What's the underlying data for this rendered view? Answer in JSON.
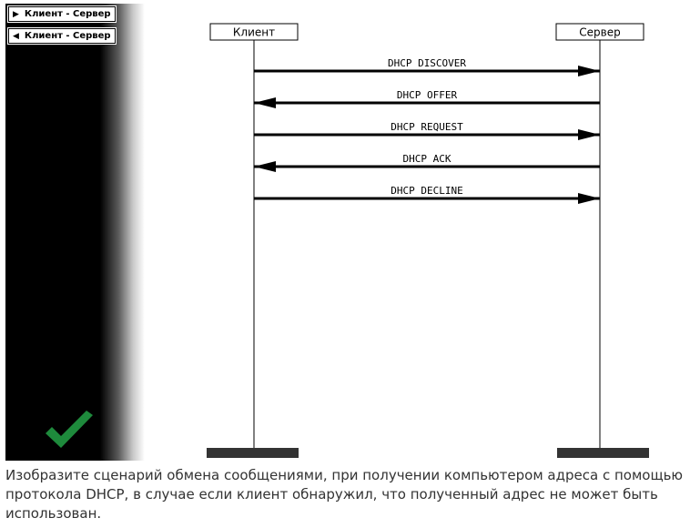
{
  "palette": {
    "items": [
      {
        "label": "Клиент - Сервер",
        "direction": "right"
      },
      {
        "label": "Клиент - Сервер",
        "direction": "left"
      }
    ],
    "check_color": "#1e8a3c"
  },
  "diagram": {
    "lifelines": [
      {
        "name": "Клиент"
      },
      {
        "name": "Сервер"
      }
    ],
    "messages": [
      {
        "label": "DHCP DISCOVER",
        "from": "Клиент",
        "to": "Сервер"
      },
      {
        "label": "DHCP OFFER",
        "from": "Сервер",
        "to": "Клиент"
      },
      {
        "label": "DHCP REQUEST",
        "from": "Клиент",
        "to": "Сервер"
      },
      {
        "label": "DHCP ACK",
        "from": "Сервер",
        "to": "Клиент"
      },
      {
        "label": "DHCP DECLINE",
        "from": "Клиент",
        "to": "Сервер"
      }
    ]
  },
  "question": {
    "text": "Изобразите сценарий обмена сообщениями, при получении компьютером адреса с помощью протокола DHCP, в случае если клиент обнаружил, что полученный адрес не может быть использован."
  }
}
